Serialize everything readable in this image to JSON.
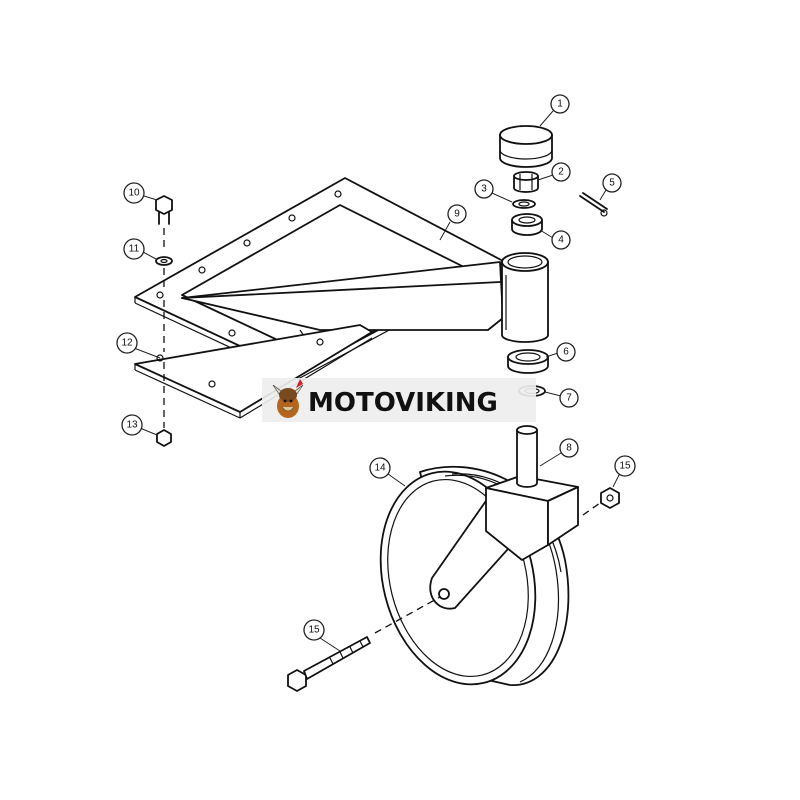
{
  "watermark": {
    "brand": "MOTOVIKING",
    "logo_icon": "viking-mascot-icon"
  },
  "callouts": [
    "1",
    "2",
    "3",
    "4",
    "5",
    "6",
    "7",
    "8",
    "9",
    "10",
    "11",
    "12",
    "13",
    "14",
    "15",
    "15"
  ],
  "colors": {
    "line": "#111111",
    "background": "#ffffff",
    "watermark_bg": "#eeeeee",
    "logo_accent": "#b5651d"
  }
}
